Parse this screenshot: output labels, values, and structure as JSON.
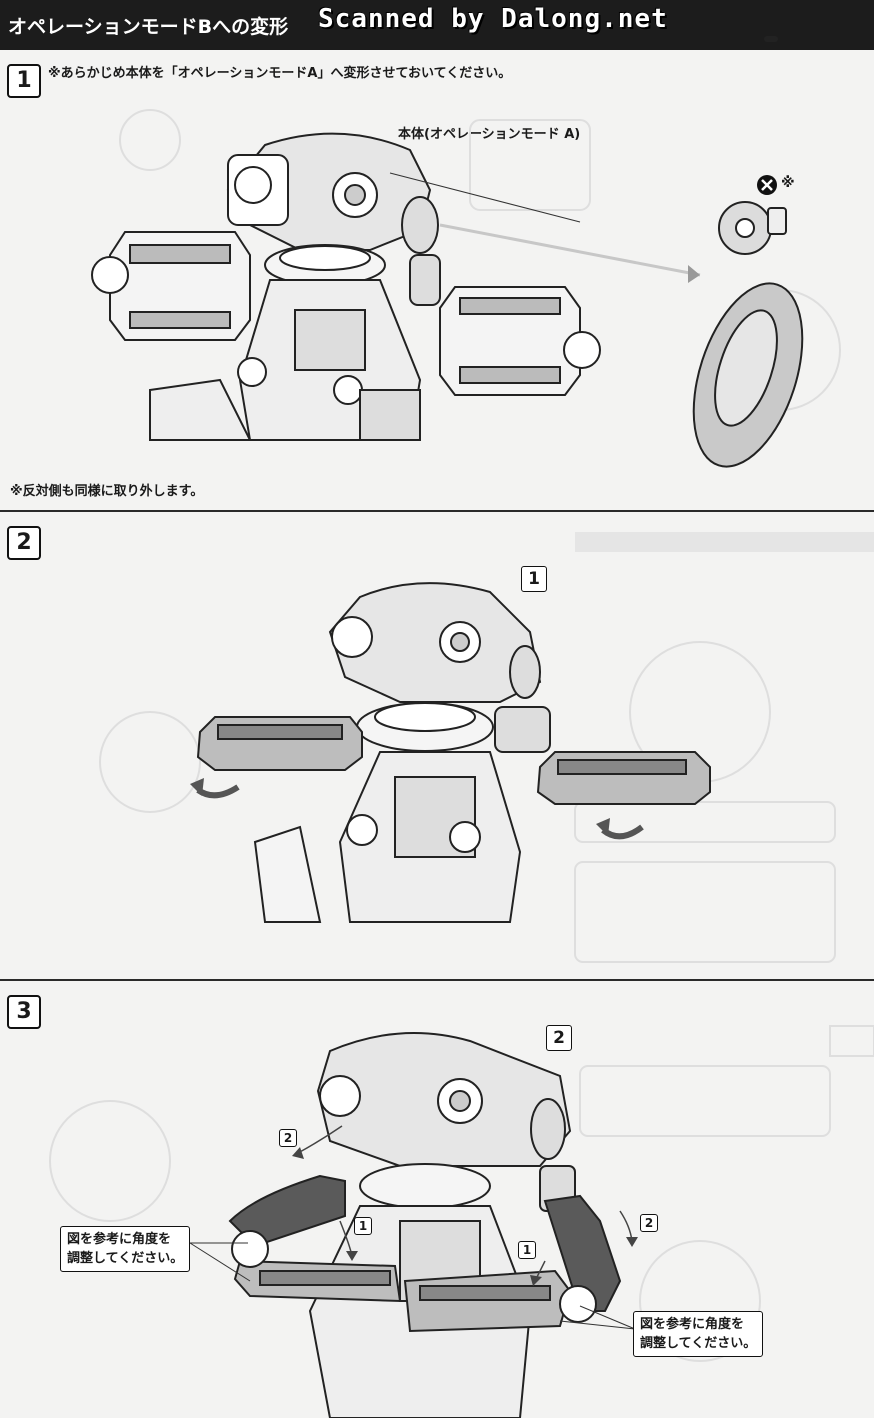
{
  "header": {
    "title": "オペレーションモードBへの変形",
    "watermark": "Scanned by Dalong.net"
  },
  "steps": [
    {
      "number": "1",
      "instruction": "※あらかじめ本体を「オペレーションモードA」へ変形させておいてください。",
      "body_label": "本体(オペレーションモード A)",
      "remove_mark": "※",
      "footnote": "※反対側も同様に取り外します。"
    },
    {
      "number": "2",
      "ref": "1"
    },
    {
      "number": "3",
      "ref": "2",
      "order_labels": [
        "2",
        "1",
        "1",
        "2"
      ],
      "angle_note_line1": "図を参考に角度を",
      "angle_note_line2": "調整してください。"
    }
  ],
  "icons": [
    "x-circle-icon",
    "curved-arrow-icon"
  ]
}
